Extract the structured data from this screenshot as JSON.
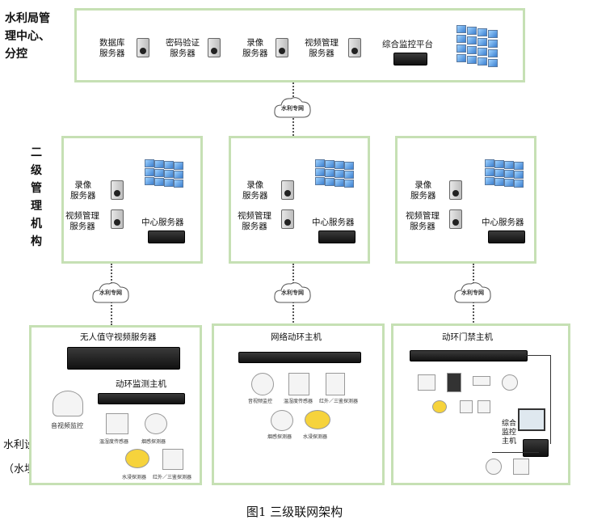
{
  "caption": "图1 三级联网架构",
  "network_label": "水利专网",
  "side_labels": {
    "top": [
      "水利局管",
      "理中心、",
      "分控"
    ],
    "mid": [
      "二",
      "级",
      "管",
      "理",
      "机",
      "构"
    ],
    "bottom": [
      "水利设施",
      "（水坝、水闸）"
    ]
  },
  "top_box": {
    "items": [
      "数据库",
      "服务器",
      "密码验证",
      "服务器",
      "录像",
      "服务器",
      "视频管理",
      "服务器",
      "综合监控平台"
    ]
  },
  "mid_box": {
    "recording": [
      "录像",
      "服务器"
    ],
    "video_mgmt": [
      "视频管理",
      "服务器"
    ],
    "center_server": "中心服务器"
  },
  "site1": {
    "title": "无人值守视频服务器",
    "host": "动环监测主机",
    "camera": "音视频监控",
    "sensors": [
      "温湿度传感器",
      "烟感探测器",
      "水浸探测器",
      "红外／三鉴探测器"
    ]
  },
  "site2": {
    "title": "网络动环主机",
    "sensors": [
      "音视频监控",
      "温湿度传感器",
      "红外／三鉴探测器",
      "烟感探测器",
      "水浸探测器"
    ]
  },
  "site3": {
    "title": "动环门禁主机",
    "platform": [
      "综合",
      "监控",
      "主机"
    ]
  }
}
